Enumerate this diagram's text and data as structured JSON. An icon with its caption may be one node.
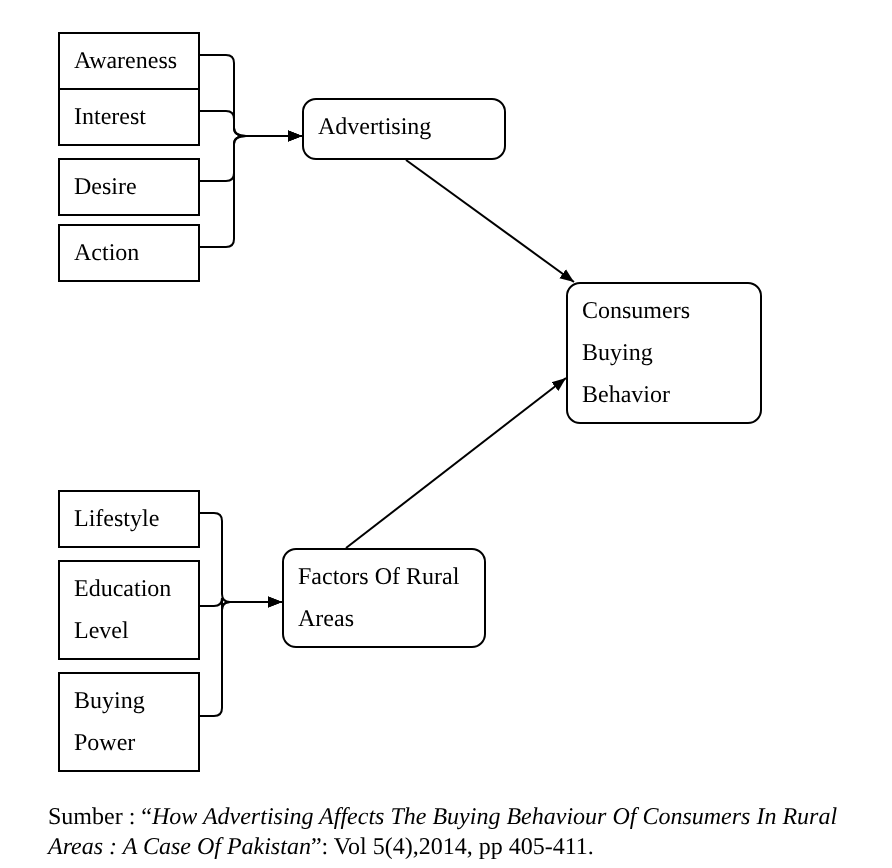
{
  "diagram": {
    "caption": "Sumber : “*How Advertising Affects The Buying Behaviour Of Consumers In Rural Areas : A Case Of Pakistan*”: Vol 5(4),2014, pp 405-411.",
    "nodes": [
      {
        "text": [
          "Awareness"
        ]
      },
      {
        "text": [
          "Interest"
        ]
      },
      {
        "text": [
          "Desire"
        ]
      },
      {
        "text": [
          "Action"
        ]
      },
      {
        "text": [
          "Advertising"
        ]
      },
      {
        "text": [
          "Consumers Buying Behavior"
        ]
      },
      {
        "text": [
          "Lifestyle"
        ]
      },
      {
        "text": [
          "Education Level"
        ]
      },
      {
        "text": [
          "Buying Power"
        ]
      },
      {
        "text": [
          "Factors Of Rural Areas"
        ]
      }
    ],
    "edges": [
      {
        "from": 0,
        "to": 4,
        "arrow": "to"
      },
      {
        "from": 1,
        "to": 4,
        "arrow": "to"
      },
      {
        "from": 2,
        "to": 4,
        "arrow": "to"
      },
      {
        "from": 3,
        "to": 4,
        "arrow": "to"
      },
      {
        "from": 4,
        "to": 5,
        "arrow": "to"
      },
      {
        "from": 9,
        "to": 5,
        "arrow": "to"
      },
      {
        "from": 6,
        "to": 9,
        "arrow": "to"
      },
      {
        "from": 7,
        "to": 9,
        "arrow": "to"
      },
      {
        "from": 8,
        "to": 9,
        "arrow": "to"
      }
    ]
  }
}
